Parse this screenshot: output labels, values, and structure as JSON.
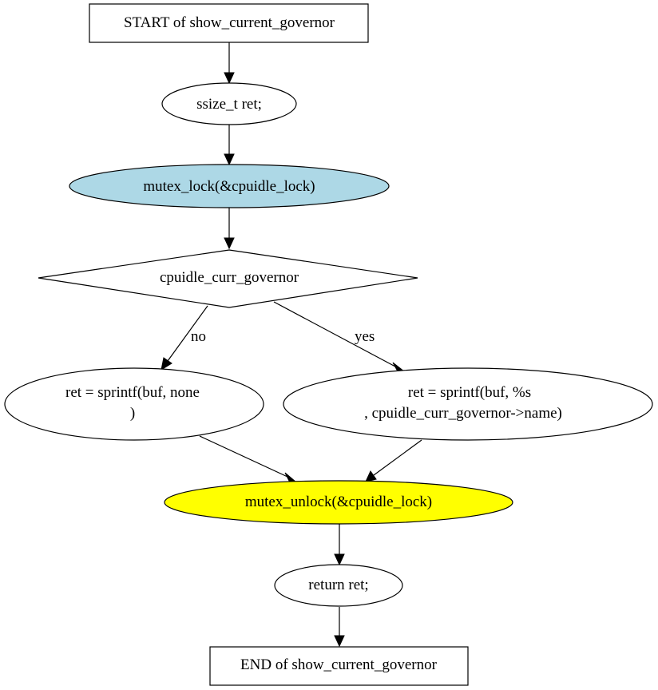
{
  "nodes": {
    "start": {
      "label": "START of show_current_governor"
    },
    "decl": {
      "label": "ssize_t ret;"
    },
    "lock": {
      "label": "mutex_lock(&cpuidle_lock)",
      "fill": "#add8e6"
    },
    "cond": {
      "label": "cpuidle_curr_governor"
    },
    "no_branch": {
      "line1": "ret = sprintf(buf, none",
      "line2": ")"
    },
    "yes_branch": {
      "line1": "ret = sprintf(buf, %s",
      "line2": ", cpuidle_curr_governor->name)"
    },
    "unlock": {
      "label": "mutex_unlock(&cpuidle_lock)",
      "fill": "#ffff00"
    },
    "ret": {
      "label": "return ret;"
    },
    "end": {
      "label": "END of show_current_governor"
    }
  },
  "edges": {
    "no_label": "no",
    "yes_label": "yes"
  }
}
